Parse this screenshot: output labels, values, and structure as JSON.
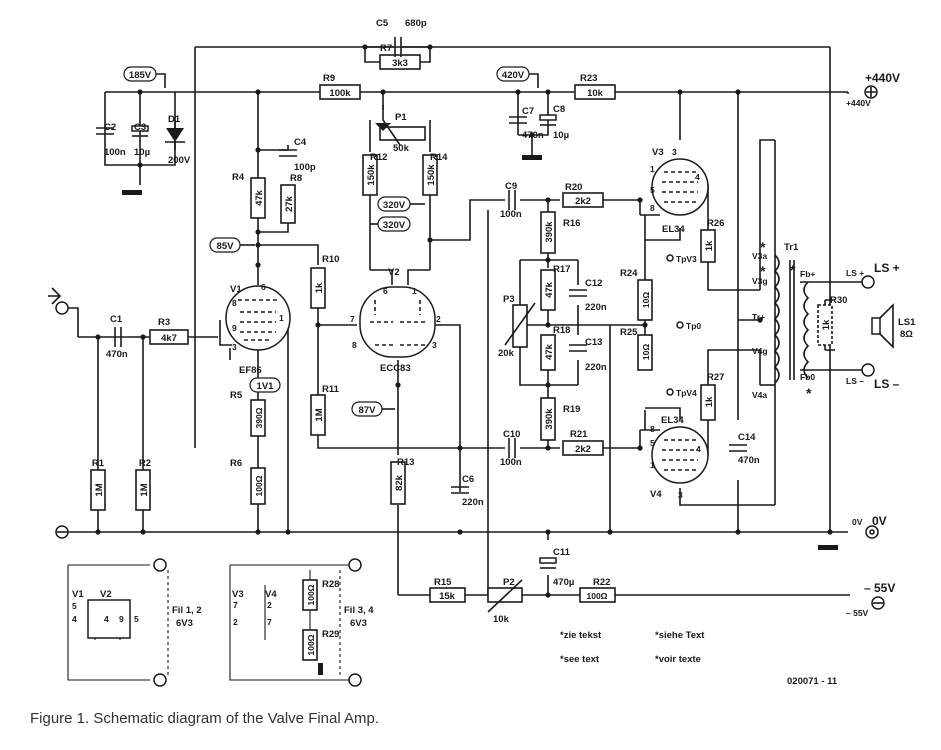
{
  "caption": "Figure 1. Schematic diagram of the Valve Final Amp.",
  "drawing_code": "020071 - 11",
  "rails": {
    "hv_pos": "+440V",
    "hv_pos_small": "+440V",
    "ground": "0V",
    "ground_small": "0V",
    "neg": "– 55V",
    "neg_small": "– 55V",
    "ls_pos": "LS +",
    "ls_pos_small": "LS +",
    "ls_neg": "LS –",
    "ls_neg_small": "LS –"
  },
  "voltages": [
    "185V",
    "420V",
    "320V",
    "320V",
    "85V",
    "1V1",
    "87V"
  ],
  "resistors": {
    "R1": "1M",
    "R2": "1M",
    "R3": "4k7",
    "R4": "47k",
    "R5": "390Ω",
    "R6": "100Ω",
    "R7": "3k3",
    "R8": "27k",
    "R9": "100k",
    "R10": "1k",
    "R11": "1M",
    "R12": "150k",
    "R13": "82k",
    "R14": "150k",
    "R15": "15k",
    "R16": "390k",
    "R17": "47k",
    "R18": "47k",
    "R19": "390k",
    "R20": "2k2",
    "R21": "2k2",
    "R22": "100Ω",
    "R23": "10k",
    "R24": "10Ω",
    "R25": "10Ω",
    "R26": "1k",
    "R27": "1k",
    "R28": "100Ω",
    "R29": "100Ω",
    "R30": "1k"
  },
  "capacitors": {
    "C1": "470n",
    "C2": "100n",
    "C3": "10µ",
    "C4": "100p",
    "C5": "680p",
    "C6": "220n",
    "C7": "470n",
    "C8": "10µ",
    "C9": "100n",
    "C10": "100n",
    "C11": "470µ",
    "C12": "220n",
    "C13": "220n",
    "C14": "470n"
  },
  "pots": {
    "P1": "50k",
    "P2": "10k",
    "P3": "20k"
  },
  "diode": {
    "name": "D1",
    "value": "200V"
  },
  "valves": {
    "V1": "V1",
    "V1_type": "EF86",
    "V2": "V2",
    "V2_type": "ECC83",
    "V3": "V3",
    "V3_type": "EL34",
    "V4": "V4",
    "V4_type": "EL34"
  },
  "test_points": [
    "TpV3",
    "Tp0",
    "TpV4"
  ],
  "transformer": {
    "name": "Tr1",
    "taps": [
      "V3a",
      "V3g",
      "Tr+",
      "V4g",
      "V4a",
      "Fb+",
      "Fb0"
    ],
    "marks": [
      "*",
      "*",
      "*",
      "*"
    ]
  },
  "speaker": {
    "name": "LS1",
    "value": "8Ω"
  },
  "heaters": {
    "group1": {
      "valves": [
        "V1",
        "V2"
      ],
      "pins": [
        "5",
        "4",
        "4",
        "9",
        "5"
      ],
      "label": "Fil 1, 2",
      "volt": "6V3"
    },
    "group2": {
      "valves": [
        "V3",
        "V4"
      ],
      "pins": [
        "7",
        "2",
        "2",
        "7"
      ],
      "label": "Fil 3, 4",
      "volt": "6V3"
    }
  },
  "pins": {
    "v1": [
      "6",
      "8",
      "9",
      "3",
      "1"
    ],
    "v2": [
      "6",
      "1",
      "7",
      "2",
      "8",
      "3"
    ],
    "v3": [
      "3",
      "1",
      "5",
      "8",
      "4"
    ],
    "v4": [
      "8",
      "5",
      "1",
      "4",
      "3"
    ]
  },
  "notes": [
    "*zie tekst",
    "*see text",
    "*siehe Text",
    "*voir texte"
  ]
}
